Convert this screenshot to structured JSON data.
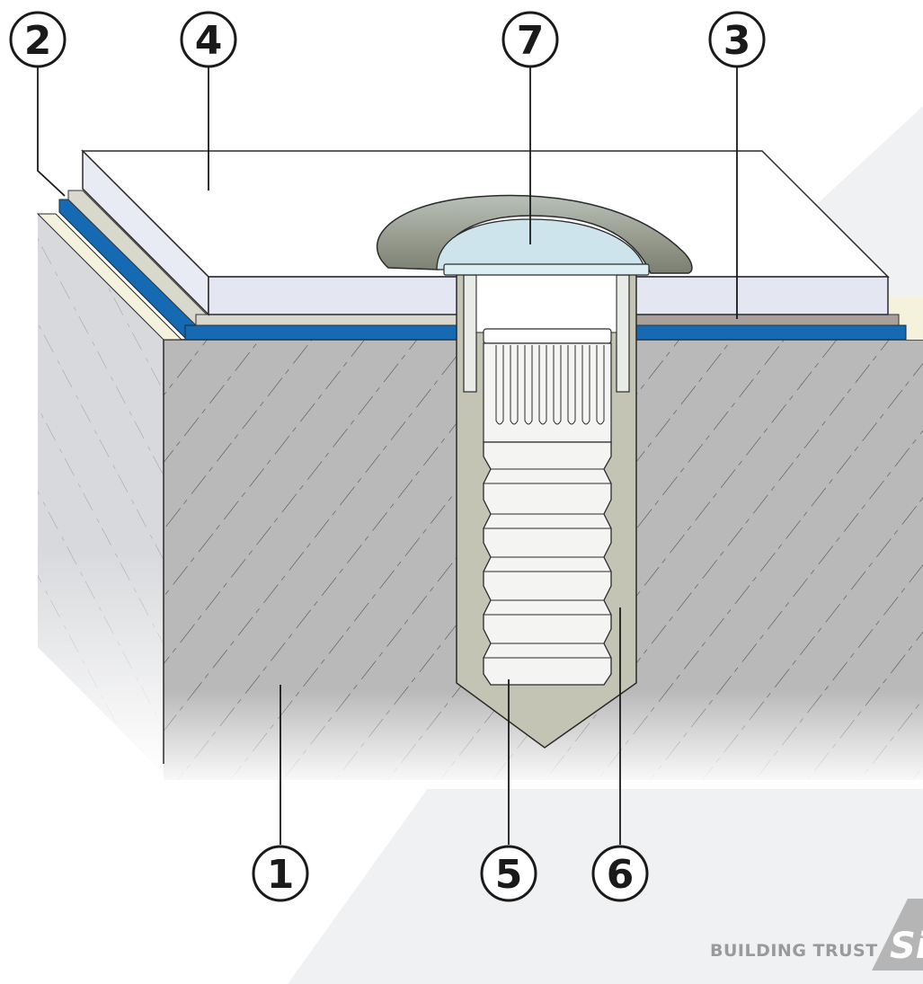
{
  "callouts": [
    {
      "id": "c1",
      "label": "1"
    },
    {
      "id": "c2",
      "label": "2"
    },
    {
      "id": "c3",
      "label": "3"
    },
    {
      "id": "c4",
      "label": "4"
    },
    {
      "id": "c5",
      "label": "5"
    },
    {
      "id": "c6",
      "label": "6"
    },
    {
      "id": "c7",
      "label": "7"
    }
  ],
  "brand": {
    "tagline": "BUILDING TRUST",
    "logo_text": "Si"
  },
  "colors": {
    "membrane_blue": "#1669b3",
    "concrete": "#b9b9b9",
    "insulation": "#e4e7f2",
    "resin": "#c4c4b4",
    "cap_glass": "#cde4ec",
    "brown_layer": "#a9a09c"
  }
}
